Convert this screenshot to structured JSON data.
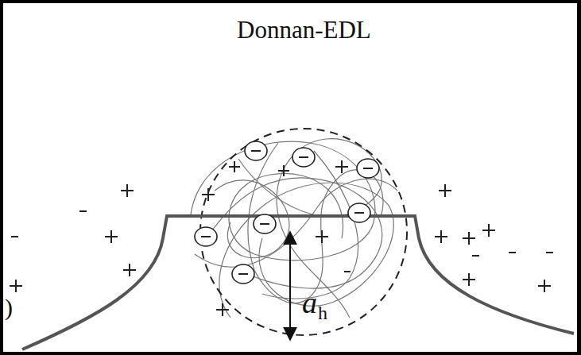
{
  "diagram": {
    "title": "Donnan-EDL",
    "labels": [
      ")",
      "a",
      "h"
    ]
  }
}
